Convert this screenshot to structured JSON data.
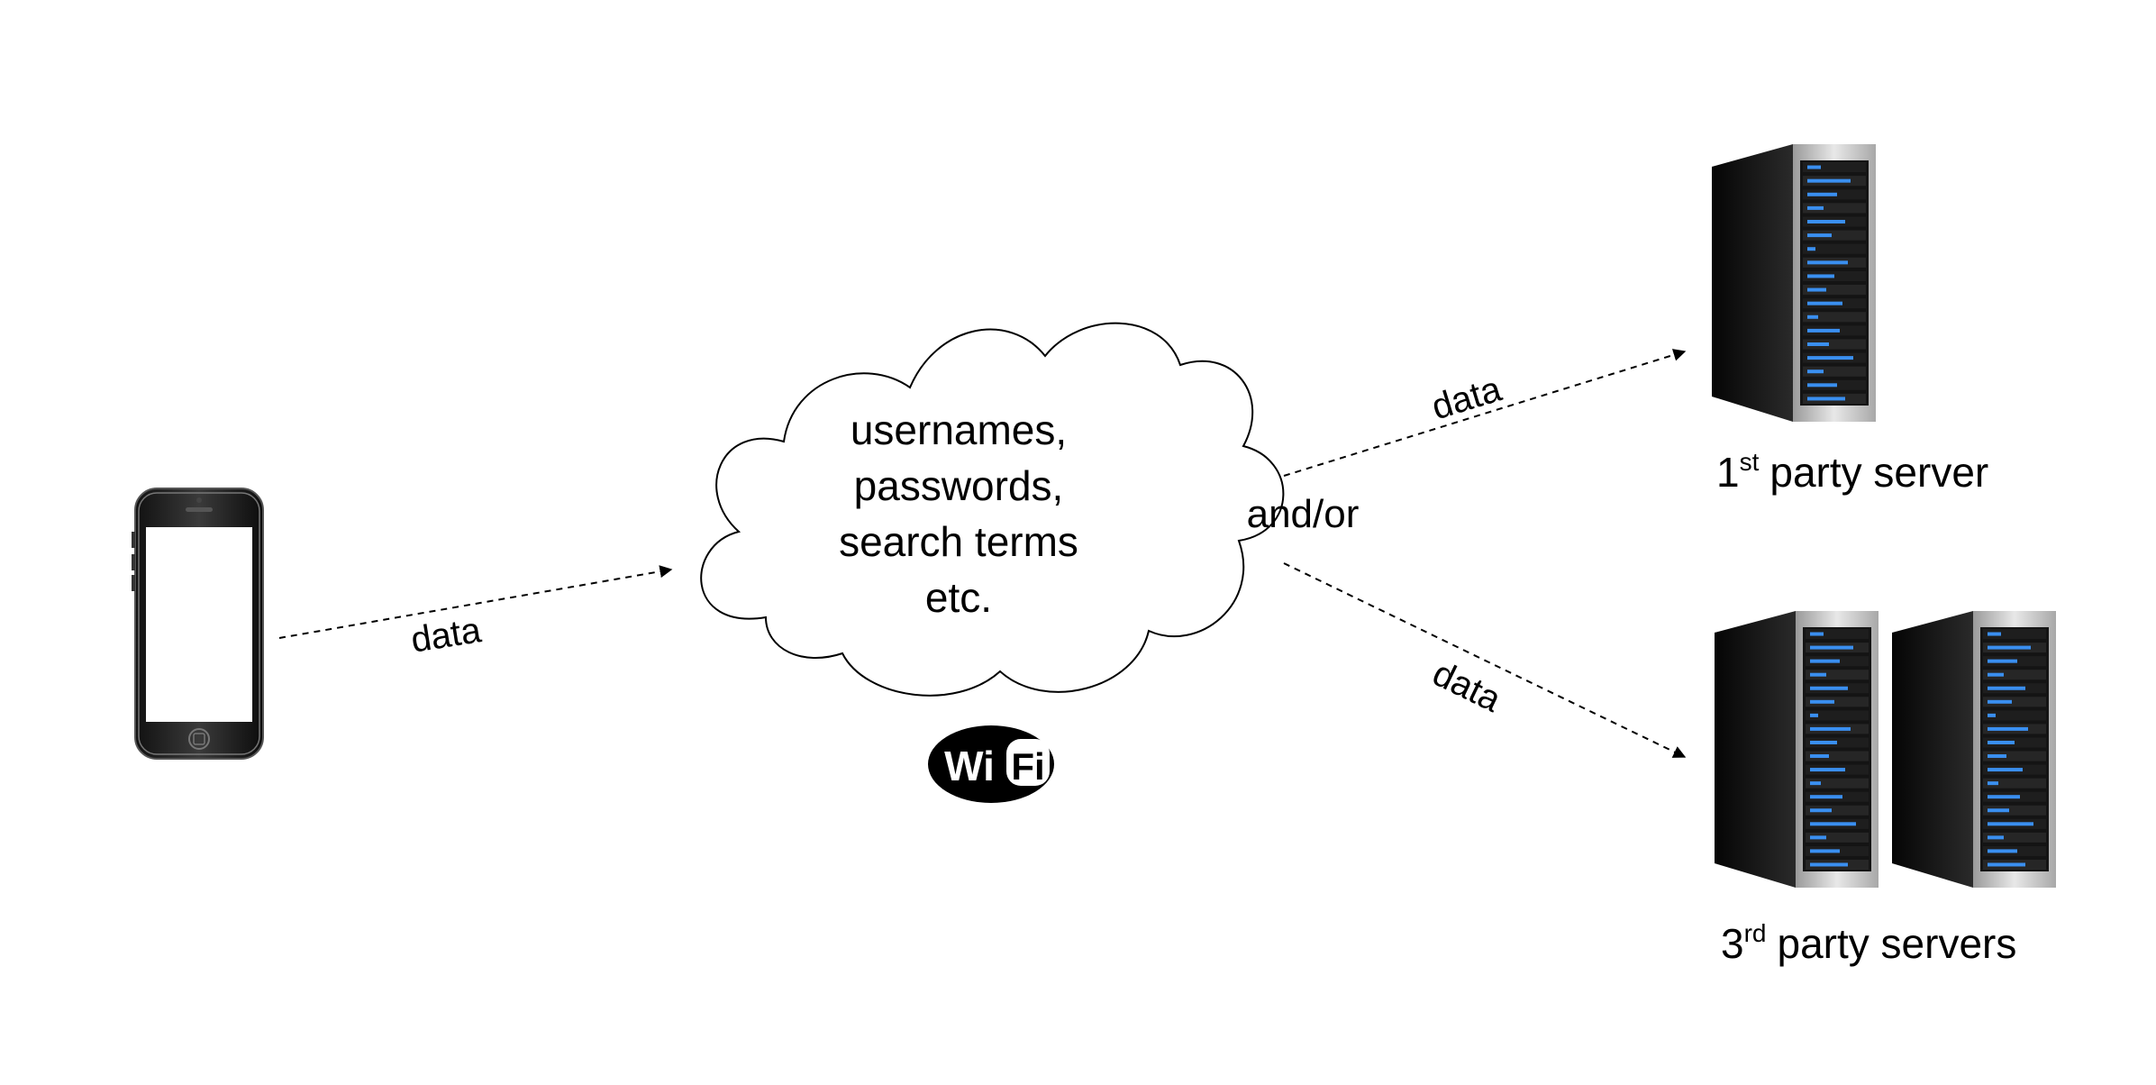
{
  "phone": {
    "icon": "smartphone-icon"
  },
  "arrows": {
    "phone_to_cloud_label": "data",
    "cloud_to_first_party_label": "data",
    "cloud_to_third_party_label": "data",
    "branch_label": "and/or"
  },
  "cloud": {
    "lines": [
      "usernames,",
      "passwords,",
      "search terms",
      "etc."
    ]
  },
  "wifi": {
    "icon": "wifi-logo-icon",
    "left_text": "Wi",
    "right_text": "Fi"
  },
  "first_party": {
    "number": "1",
    "suffix": "st",
    "label": "party server"
  },
  "third_party": {
    "number": "3",
    "suffix": "rd",
    "label": "party servers"
  },
  "colors": {
    "server_led": "#3a8ff0",
    "server_body": "#1a1a1a",
    "server_frame": "#cfcfcf"
  }
}
